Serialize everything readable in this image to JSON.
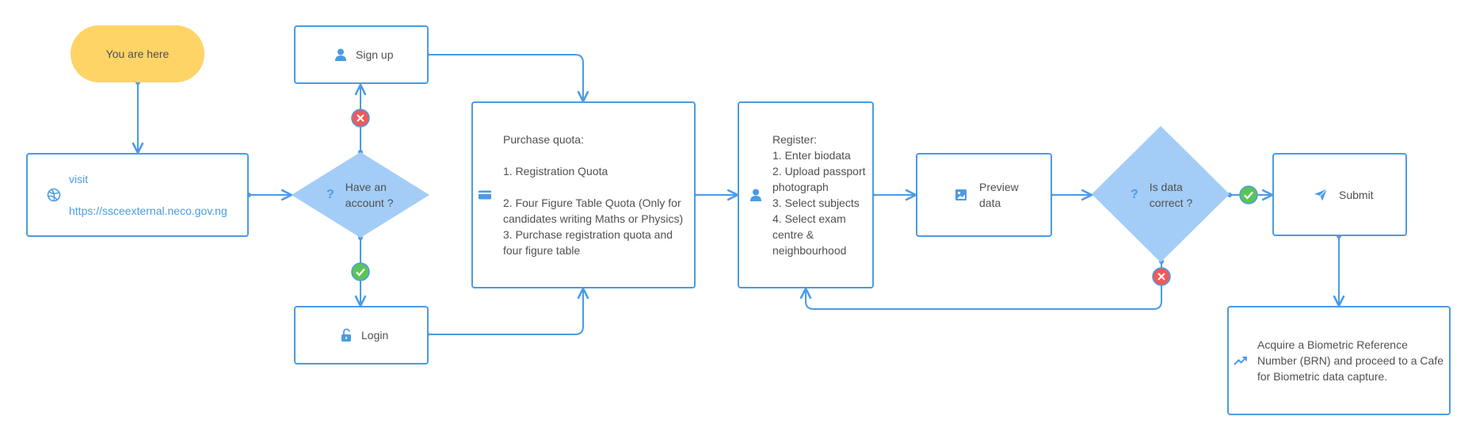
{
  "start": {
    "label": "You are here"
  },
  "visit": {
    "label": "visit",
    "url": "https://ssceexternal.neco.gov.ng"
  },
  "decision_account": {
    "label": "Have an\naccount ?"
  },
  "signup": {
    "label": "Sign up"
  },
  "login": {
    "label": "Login"
  },
  "purchase": {
    "text": "Purchase quota:\n\n1. Registration Quota\n\n2. Four Figure Table Quota (Only for candidates writing Maths or Physics)\n3. Purchase registration quota and four figure table"
  },
  "register": {
    "text": "Register:\n1. Enter biodata\n2. Upload passport photograph\n3. Select subjects\n4. Select exam centre & neighbourhood"
  },
  "preview": {
    "label": "Preview\ndata"
  },
  "decision_data": {
    "label": "Is data\ncorrect ?"
  },
  "submit": {
    "label": "Submit"
  },
  "brn": {
    "text": "Acquire a Biometric Reference Number (BRN) and proceed to a Cafe for Biometric data capture."
  },
  "colors": {
    "line": "#4a9be6",
    "diamond": "#a3cdf7",
    "start": "#ffd466",
    "yes": "#5cc35a",
    "no": "#ef5a5a"
  },
  "icons": {
    "visit": "globe-icon",
    "signup": "user-icon",
    "login": "unlock-icon",
    "purchase": "credit-card-icon",
    "register": "user-icon",
    "preview": "image-icon",
    "submit": "send-icon",
    "brn": "trend-up-icon",
    "question": "question-icon",
    "yes": "check-icon",
    "no": "cross-icon"
  }
}
